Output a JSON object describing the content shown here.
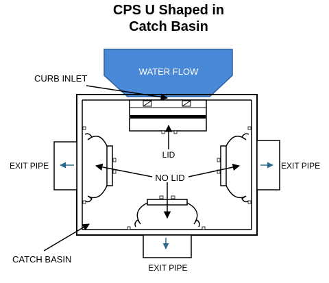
{
  "title": {
    "line1": "CPS U Shaped in",
    "line2": "Catch Basin"
  },
  "water_flow": {
    "label": "WATER FLOW",
    "fill_color": "#4a88d8",
    "text_color": "#ffffff"
  },
  "labels": {
    "curb_inlet": "CURB INLET",
    "exit_pipe_left": "EXIT PIPE",
    "exit_pipe_right": "EXIT PIPE",
    "exit_pipe_bottom": "EXIT PIPE",
    "lid": "LID",
    "no_lid": "NO LID",
    "catch_basin": "CATCH BASIN"
  },
  "colors": {
    "line": "#000000",
    "arrow_exit": "#2e6a8c",
    "background": "#ffffff"
  }
}
